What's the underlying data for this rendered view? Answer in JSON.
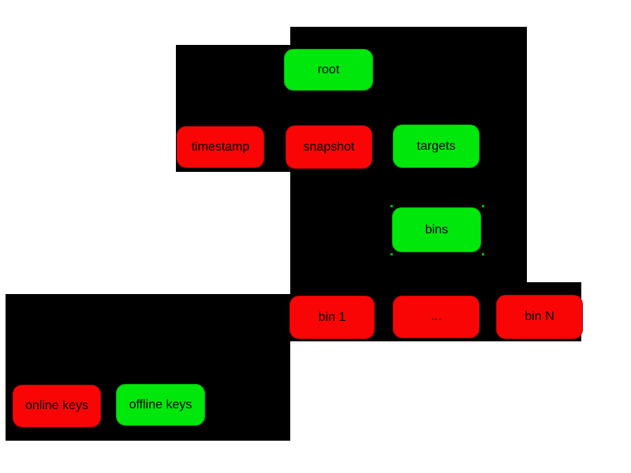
{
  "diagram": {
    "nodes": {
      "root": {
        "label": "root",
        "color": "green"
      },
      "timestamp": {
        "label": "timestamp",
        "color": "red"
      },
      "snapshot": {
        "label": "snapshot",
        "color": "red"
      },
      "targets": {
        "label": "targets",
        "color": "green"
      },
      "bins": {
        "label": "bins",
        "color": "green",
        "corner_ticks": true
      },
      "bin_1": {
        "label": "bin 1",
        "color": "red"
      },
      "bin_ellipsis": {
        "label": "...",
        "color": "red"
      },
      "bin_n": {
        "label": "bin N",
        "color": "red"
      },
      "online_keys": {
        "label": "online keys",
        "color": "red"
      },
      "offline_keys": {
        "label": "offline keys",
        "color": "green"
      }
    },
    "colors": {
      "node_red": "#fa0505",
      "node_green": "#00e70b",
      "panel_background": "#000000",
      "page_background": "#ffffff",
      "label_text": "#000000",
      "corner_tick_green": "#00b400"
    }
  }
}
